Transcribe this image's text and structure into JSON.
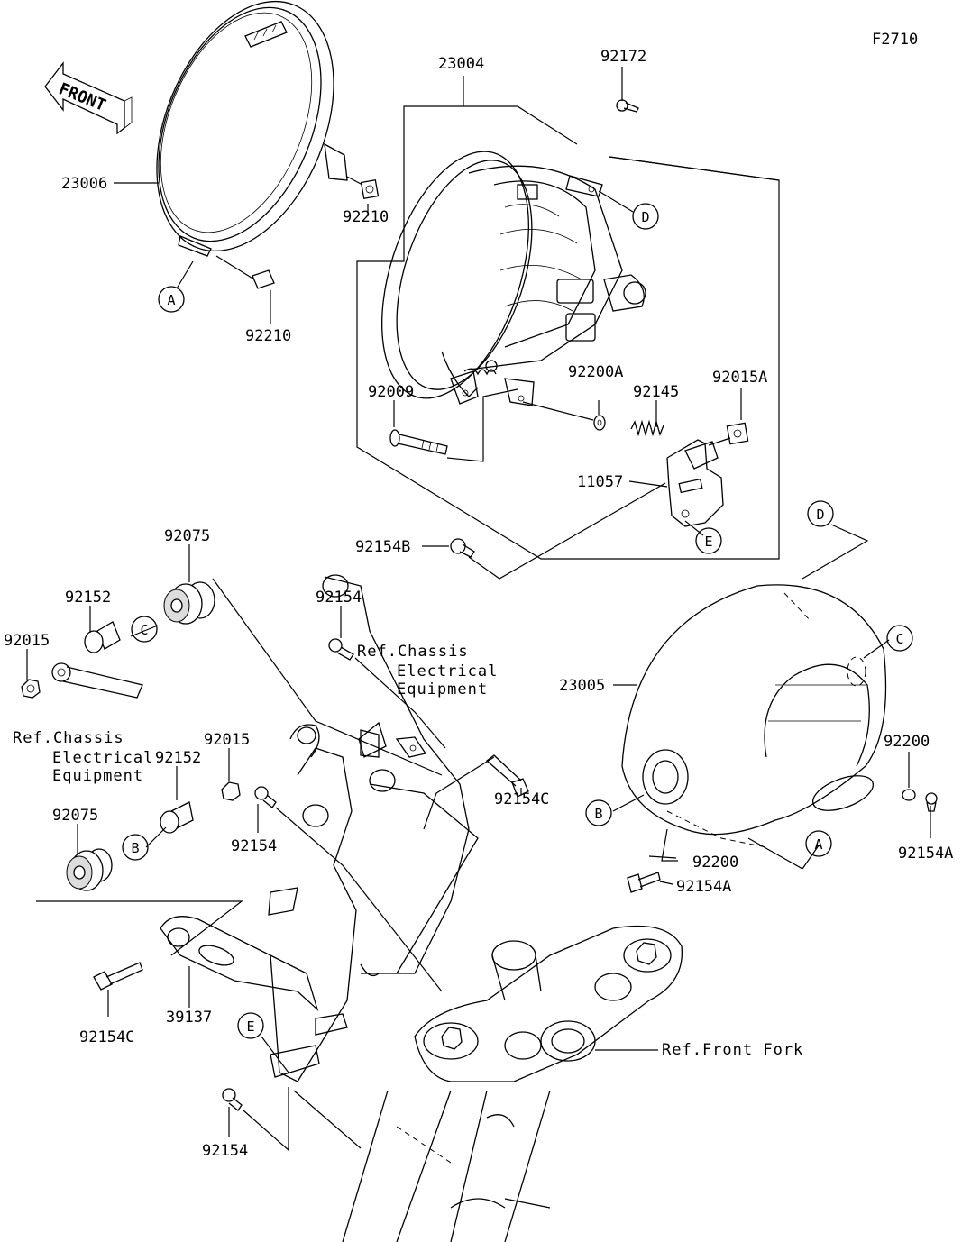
{
  "figure_code": "F2710",
  "front_label": "FRONT",
  "parts": [
    {
      "id": "p23004",
      "label": "23004"
    },
    {
      "id": "p92172",
      "label": "92172"
    },
    {
      "id": "p23006",
      "label": "23006"
    },
    {
      "id": "p92210a",
      "label": "92210"
    },
    {
      "id": "p92210b",
      "label": "92210"
    },
    {
      "id": "p92009",
      "label": "92009"
    },
    {
      "id": "p92200A",
      "label": "92200A"
    },
    {
      "id": "p92145",
      "label": "92145"
    },
    {
      "id": "p92015A",
      "label": "92015A"
    },
    {
      "id": "p11057",
      "label": "11057"
    },
    {
      "id": "p92154B",
      "label": "92154B"
    },
    {
      "id": "p92075a",
      "label": "92075"
    },
    {
      "id": "p92152a",
      "label": "92152"
    },
    {
      "id": "p92015a",
      "label": "92015"
    },
    {
      "id": "p92154a",
      "label": "92154"
    },
    {
      "id": "p92015b",
      "label": "92015"
    },
    {
      "id": "p92152b",
      "label": "92152"
    },
    {
      "id": "p92075b",
      "label": "92075"
    },
    {
      "id": "p92154b",
      "label": "92154"
    },
    {
      "id": "p92154C_a",
      "label": "92154C"
    },
    {
      "id": "p23005",
      "label": "23005"
    },
    {
      "id": "p92200a",
      "label": "92200"
    },
    {
      "id": "p92154A_a",
      "label": "92154A"
    },
    {
      "id": "p92200b",
      "label": "92200"
    },
    {
      "id": "p92154A_b",
      "label": "92154A"
    },
    {
      "id": "p39137",
      "label": "39137"
    },
    {
      "id": "p92154C_b",
      "label": "92154C"
    },
    {
      "id": "p92154c",
      "label": "92154"
    }
  ],
  "refs": {
    "chassis_top": [
      "Ref.Chassis",
      "Electrical",
      "Equipment"
    ],
    "chassis_left": [
      "Ref.Chassis",
      "Electrical",
      "Equipment"
    ],
    "front_fork": "Ref.Front Fork"
  },
  "callouts": {
    "A": "A",
    "B": "B",
    "C": "C",
    "D": "D",
    "E": "E"
  }
}
